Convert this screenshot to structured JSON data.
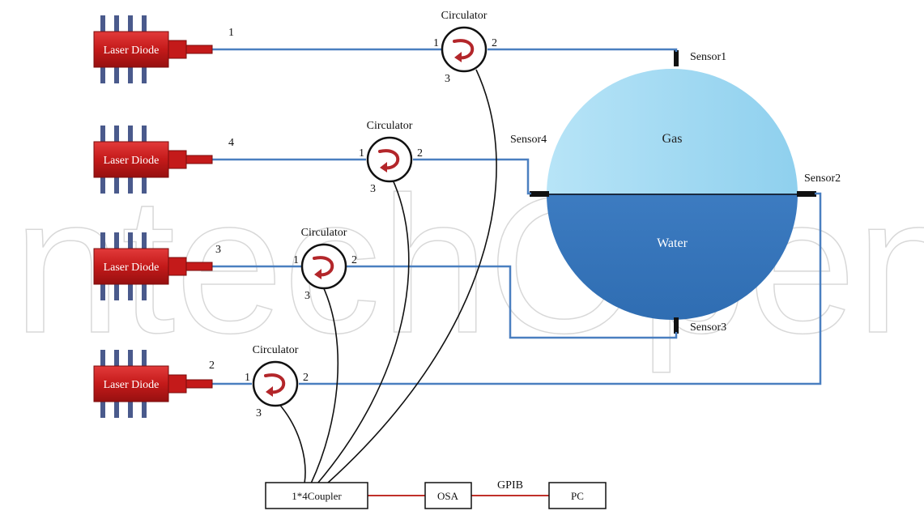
{
  "title": "",
  "watermark": "IntechOpen",
  "laser_diodes": [
    {
      "label": "Laser Diode",
      "port_number": "1"
    },
    {
      "label": "Laser Diode",
      "port_number": "4"
    },
    {
      "label": "Laser Diode",
      "port_number": "3"
    },
    {
      "label": "Laser Diode",
      "port_number": "2"
    }
  ],
  "circulators": [
    {
      "label": "Circulator",
      "port1": "1",
      "port2": "2",
      "port3": "3"
    },
    {
      "label": "Circulator",
      "port1": "1",
      "port2": "2",
      "port3": "3"
    },
    {
      "label": "Circulator",
      "port1": "1",
      "port2": "2",
      "port3": "3"
    },
    {
      "label": "Circulator",
      "port1": "1",
      "port2": "2",
      "port3": "3"
    }
  ],
  "tank": {
    "top_label": "Gas",
    "bottom_label": "Water",
    "gas_color": "#a9dcf3",
    "water_color": "#3f7fc4"
  },
  "sensors": {
    "sensor1": "Sensor1",
    "sensor2": "Sensor2",
    "sensor3": "Sensor3",
    "sensor4": "Sensor4"
  },
  "boxes": {
    "coupler": "1*4Coupler",
    "osa": "OSA",
    "pc": "PC",
    "link_label": "GPIB"
  },
  "colors": {
    "laser_red": "#c81e1e",
    "laser_dark": "#8a1010",
    "pin_blue": "#4a5a8c",
    "fiber_blue": "#4a7fc0",
    "link_red": "#c0302a"
  }
}
